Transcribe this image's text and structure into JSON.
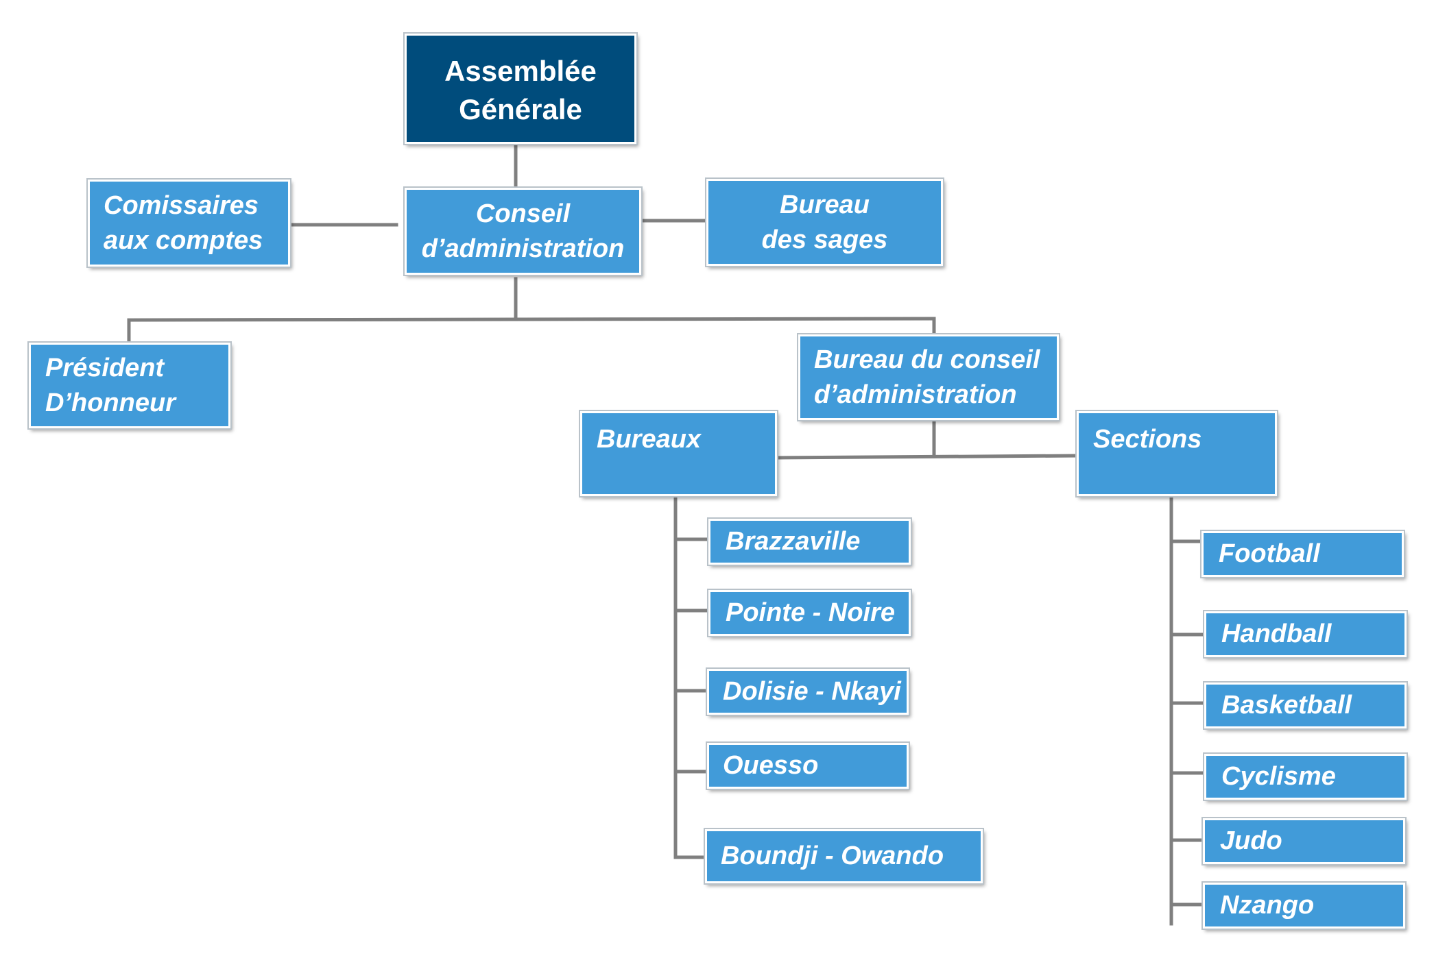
{
  "colors": {
    "box": "#419bd9",
    "root_box": "#004c7c",
    "text": "#ffffff",
    "connector": "#7f7f7f"
  },
  "nodes": {
    "assemblee": {
      "lines": [
        "Assemblée",
        "Générale"
      ]
    },
    "conseil": {
      "lines": [
        "Conseil",
        "d’administration"
      ]
    },
    "comissaires": {
      "lines": [
        "Comissaires",
        "aux comptes"
      ]
    },
    "bureau_sages": {
      "lines": [
        "Bureau",
        "des sages"
      ]
    },
    "president": {
      "lines": [
        "Président",
        "D’honneur"
      ]
    },
    "bureau_conseil": {
      "lines": [
        "Bureau du conseil",
        "d’administration"
      ]
    },
    "bureaux": {
      "label": "Bureaux"
    },
    "sections": {
      "label": "Sections"
    }
  },
  "bureaux_items": [
    "Brazzaville",
    "Pointe - Noire",
    "Dolisie - Nkayi",
    "Ouesso",
    "Boundji - Owando"
  ],
  "sections_items": [
    "Football",
    "Handball",
    "Basketball",
    "Cyclisme",
    "Judo",
    "Nzango"
  ]
}
